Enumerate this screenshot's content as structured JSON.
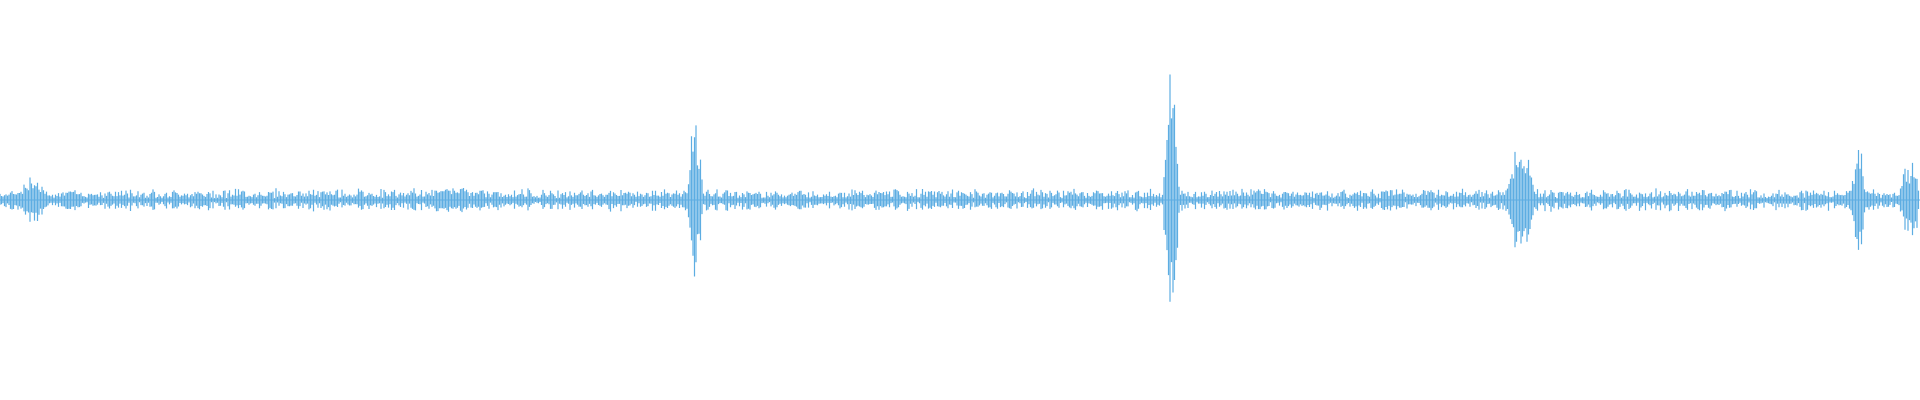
{
  "waveform": {
    "color": "#5DADE2",
    "background": "#ffffff",
    "baseline_level": 0.06,
    "speech_bursts": [
      {
        "center": 0.017,
        "width": 0.025,
        "peak": 0.12
      },
      {
        "center": 0.235,
        "width": 0.04,
        "peak": 0.08
      },
      {
        "center": 0.362,
        "width": 0.01,
        "peak": 0.52
      },
      {
        "center": 0.61,
        "width": 0.01,
        "peak": 0.72
      },
      {
        "center": 0.792,
        "width": 0.02,
        "peak": 0.3
      },
      {
        "center": 0.968,
        "width": 0.01,
        "peak": 0.34
      },
      {
        "center": 0.995,
        "width": 0.015,
        "peak": 0.22
      }
    ]
  }
}
